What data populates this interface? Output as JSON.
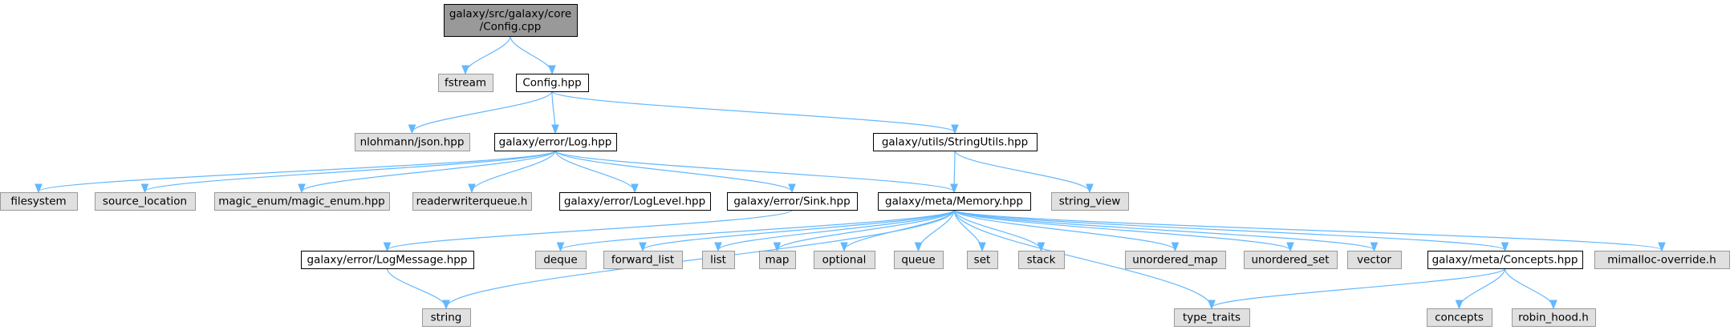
{
  "colors": {
    "root_fill": "#999999",
    "local_fill": "#ffffff",
    "system_fill": "#e0e0e0",
    "system_stroke": "#999999",
    "edge": "#63b8ff",
    "node_stroke": "#000000"
  },
  "nodes": [
    {
      "id": "root",
      "label_lines": [
        "galaxy/src/galaxy/core",
        "/Config.cpp"
      ],
      "kind": "root"
    },
    {
      "id": "fstream",
      "label_lines": [
        "fstream"
      ],
      "kind": "system"
    },
    {
      "id": "config_hpp",
      "label_lines": [
        "Config.hpp"
      ],
      "kind": "local"
    },
    {
      "id": "json",
      "label_lines": [
        "nlohmann/json.hpp"
      ],
      "kind": "system"
    },
    {
      "id": "log_hpp",
      "label_lines": [
        "galaxy/error/Log.hpp"
      ],
      "kind": "local"
    },
    {
      "id": "stringutils",
      "label_lines": [
        "galaxy/utils/StringUtils.hpp"
      ],
      "kind": "local"
    },
    {
      "id": "filesystem",
      "label_lines": [
        "filesystem"
      ],
      "kind": "system"
    },
    {
      "id": "source_location",
      "label_lines": [
        "source_location"
      ],
      "kind": "system"
    },
    {
      "id": "magic_enum",
      "label_lines": [
        "magic_enum/magic_enum.hpp"
      ],
      "kind": "system"
    },
    {
      "id": "rwqueue",
      "label_lines": [
        "readerwriterqueue.h"
      ],
      "kind": "system"
    },
    {
      "id": "loglevel",
      "label_lines": [
        "galaxy/error/LogLevel.hpp"
      ],
      "kind": "local"
    },
    {
      "id": "sink",
      "label_lines": [
        "galaxy/error/Sink.hpp"
      ],
      "kind": "local"
    },
    {
      "id": "memory",
      "label_lines": [
        "galaxy/meta/Memory.hpp"
      ],
      "kind": "local"
    },
    {
      "id": "string_view",
      "label_lines": [
        "string_view"
      ],
      "kind": "system"
    },
    {
      "id": "logmessage",
      "label_lines": [
        "galaxy/error/LogMessage.hpp"
      ],
      "kind": "local"
    },
    {
      "id": "deque",
      "label_lines": [
        "deque"
      ],
      "kind": "system"
    },
    {
      "id": "forward_list",
      "label_lines": [
        "forward_list"
      ],
      "kind": "system"
    },
    {
      "id": "list",
      "label_lines": [
        "list"
      ],
      "kind": "system"
    },
    {
      "id": "map",
      "label_lines": [
        "map"
      ],
      "kind": "system"
    },
    {
      "id": "optional",
      "label_lines": [
        "optional"
      ],
      "kind": "system"
    },
    {
      "id": "queue",
      "label_lines": [
        "queue"
      ],
      "kind": "system"
    },
    {
      "id": "set",
      "label_lines": [
        "set"
      ],
      "kind": "system"
    },
    {
      "id": "stack",
      "label_lines": [
        "stack"
      ],
      "kind": "system"
    },
    {
      "id": "unordered_map",
      "label_lines": [
        "unordered_map"
      ],
      "kind": "system"
    },
    {
      "id": "unordered_set",
      "label_lines": [
        "unordered_set"
      ],
      "kind": "system"
    },
    {
      "id": "vector",
      "label_lines": [
        "vector"
      ],
      "kind": "system"
    },
    {
      "id": "concepts_hpp",
      "label_lines": [
        "galaxy/meta/Concepts.hpp"
      ],
      "kind": "local"
    },
    {
      "id": "mimalloc",
      "label_lines": [
        "mimalloc-override.h"
      ],
      "kind": "system"
    },
    {
      "id": "string",
      "label_lines": [
        "string"
      ],
      "kind": "system"
    },
    {
      "id": "type_traits",
      "label_lines": [
        "type_traits"
      ],
      "kind": "system"
    },
    {
      "id": "concepts",
      "label_lines": [
        "concepts"
      ],
      "kind": "system"
    },
    {
      "id": "robin_hood",
      "label_lines": [
        "robin_hood.h"
      ],
      "kind": "system"
    }
  ],
  "edges": [
    [
      "root",
      "fstream"
    ],
    [
      "root",
      "config_hpp"
    ],
    [
      "config_hpp",
      "json"
    ],
    [
      "config_hpp",
      "log_hpp"
    ],
    [
      "config_hpp",
      "stringutils"
    ],
    [
      "log_hpp",
      "filesystem"
    ],
    [
      "log_hpp",
      "source_location"
    ],
    [
      "log_hpp",
      "magic_enum"
    ],
    [
      "log_hpp",
      "rwqueue"
    ],
    [
      "log_hpp",
      "loglevel"
    ],
    [
      "log_hpp",
      "sink"
    ],
    [
      "log_hpp",
      "memory"
    ],
    [
      "stringutils",
      "memory"
    ],
    [
      "stringutils",
      "string_view"
    ],
    [
      "sink",
      "logmessage"
    ],
    [
      "logmessage",
      "string"
    ],
    [
      "memory",
      "deque"
    ],
    [
      "memory",
      "forward_list"
    ],
    [
      "memory",
      "list"
    ],
    [
      "memory",
      "map"
    ],
    [
      "memory",
      "optional"
    ],
    [
      "memory",
      "queue"
    ],
    [
      "memory",
      "set"
    ],
    [
      "memory",
      "stack"
    ],
    [
      "memory",
      "unordered_map"
    ],
    [
      "memory",
      "unordered_set"
    ],
    [
      "memory",
      "vector"
    ],
    [
      "memory",
      "concepts_hpp"
    ],
    [
      "memory",
      "mimalloc"
    ],
    [
      "memory",
      "string"
    ],
    [
      "memory",
      "type_traits"
    ],
    [
      "concepts_hpp",
      "type_traits"
    ],
    [
      "concepts_hpp",
      "concepts"
    ],
    [
      "concepts_hpp",
      "robin_hood"
    ]
  ]
}
